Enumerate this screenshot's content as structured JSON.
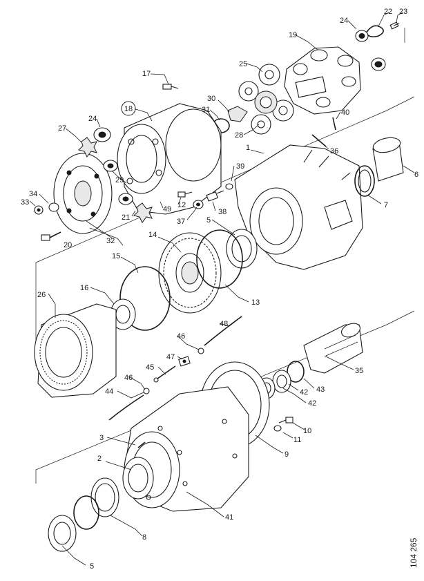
{
  "drawing_number": "104 265",
  "callouts": {
    "c1": "1",
    "c2": "2",
    "c3": "3",
    "c5a": "5",
    "c5b": "5",
    "c6": "6",
    "c7": "7",
    "c8": "8",
    "c9": "9",
    "c10": "10",
    "c11": "11",
    "c12": "12",
    "c13": "13",
    "c14": "14",
    "c15": "15",
    "c16": "16",
    "c17": "17",
    "c18": "18",
    "c19": "19",
    "c20": "20",
    "c21": "21",
    "c22": "22",
    "c23": "23",
    "c24a": "24",
    "c24b": "24",
    "c25": "25",
    "c26": "26",
    "c27": "27",
    "c28": "28",
    "c29": "29",
    "c30": "30",
    "c31": "31",
    "c32": "32",
    "c33": "33",
    "c34": "34",
    "c35": "35",
    "c36": "36",
    "c37": "37",
    "c38": "38",
    "c39": "39",
    "c40": "40",
    "c41": "41",
    "c42a": "42",
    "c42b": "42",
    "c43": "43",
    "c44": "44",
    "c45": "45",
    "c46a": "46",
    "c46b": "46",
    "c47": "47",
    "c48": "48",
    "c49": "49"
  }
}
